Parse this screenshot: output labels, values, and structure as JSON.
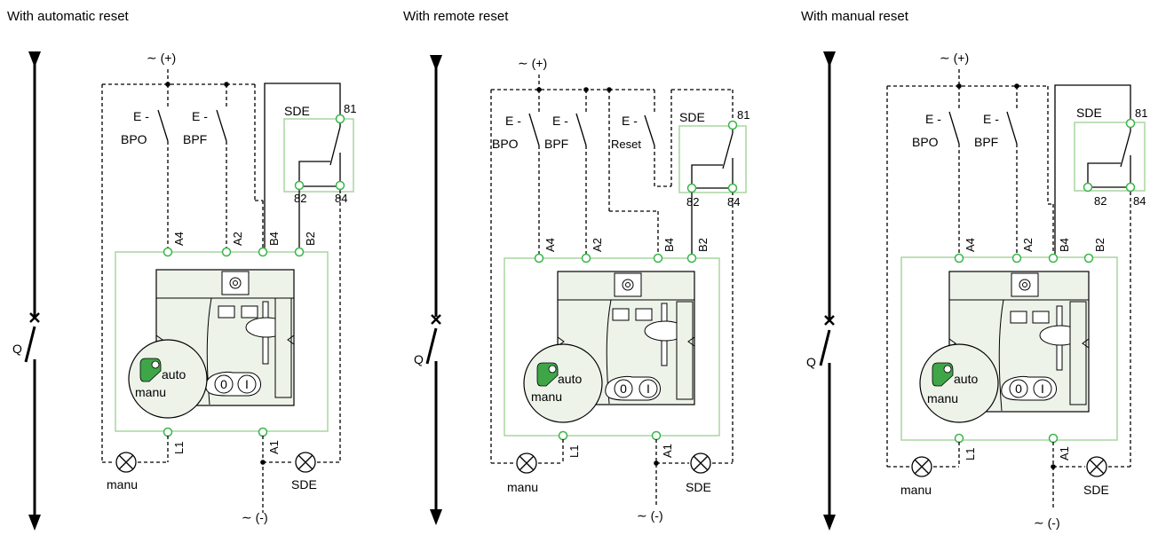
{
  "panels": [
    {
      "title": "With automatic reset",
      "supply_pos": "∼ (+)",
      "supply_neg": "∼ (-)",
      "breaker": "Q",
      "sw_open_label": "BPO",
      "sw_close_label": "BPF",
      "contact_label": "SDE",
      "terminals": {
        "a4": "A4",
        "a2": "A2",
        "b4": "B4",
        "b2": "B2",
        "l1": "L1",
        "a1": "A1",
        "t81": "81",
        "t82": "82",
        "t84": "84"
      },
      "lamp_manu": "manu",
      "lamp_sde": "SDE",
      "selector_auto": "auto",
      "selector_manu": "manu",
      "btn_off": "0",
      "btn_on": "I"
    },
    {
      "title": "With remote reset",
      "supply_pos": "∼ (+)",
      "supply_neg": "∼ (-)",
      "breaker": "Q",
      "sw_open_label": "BPO",
      "sw_close_label": "BPF",
      "sw_reset_label": "Reset",
      "contact_label": "SDE",
      "terminals": {
        "a4": "A4",
        "a2": "A2",
        "b4": "B4",
        "b2": "B2",
        "l1": "L1",
        "a1": "A1",
        "t81": "81",
        "t82": "82",
        "t84": "84"
      },
      "lamp_manu": "manu",
      "lamp_sde": "SDE",
      "selector_auto": "auto",
      "selector_manu": "manu",
      "btn_off": "0",
      "btn_on": "I"
    },
    {
      "title": "With manual reset",
      "supply_pos": "∼ (+)",
      "supply_neg": "∼ (-)",
      "breaker": "Q",
      "sw_open_label": "BPO",
      "sw_close_label": "BPF",
      "contact_label": "SDE",
      "terminals": {
        "a4": "A4",
        "a2": "A2",
        "b4": "B4",
        "b2": "B2",
        "l1": "L1",
        "a1": "A1",
        "t81": "81",
        "t82": "82",
        "t84": "84"
      },
      "lamp_manu": "manu",
      "lamp_sde": "SDE",
      "selector_auto": "auto",
      "selector_manu": "manu",
      "btn_off": "0",
      "btn_on": "I"
    }
  ],
  "colors": {
    "terminal": "#3ab54a",
    "module_outline": "#a8d5a0",
    "device_fill": "#eef3ea",
    "selector_green": "#3fa648",
    "line": "#000000"
  }
}
